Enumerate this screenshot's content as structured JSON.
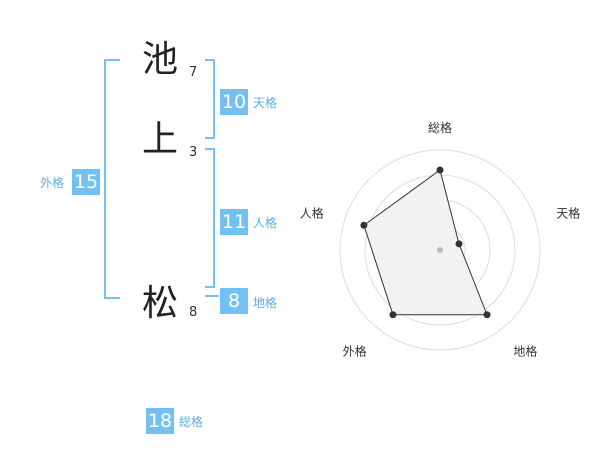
{
  "name": {
    "chars": [
      {
        "char": "池",
        "strokes": "7"
      },
      {
        "char": "上",
        "strokes": "3"
      },
      {
        "char": "松",
        "strokes": "8"
      }
    ]
  },
  "scores": {
    "tenkaku": {
      "value": "10",
      "label": "天格"
    },
    "jinkaku": {
      "value": "11",
      "label": "人格"
    },
    "chikaku": {
      "value": "8",
      "label": "地格"
    },
    "gaikaku": {
      "value": "15",
      "label": "外格"
    },
    "soukaku": {
      "value": "18",
      "label": "総格"
    }
  },
  "chart_data": {
    "type": "radar",
    "axes": [
      "総格",
      "天格",
      "地格",
      "外格",
      "人格"
    ],
    "values": [
      0.8,
      0.2,
      0.8,
      0.8,
      0.8
    ],
    "rings": 4,
    "fill_color": "#f0f0f0",
    "line_color": "#333333",
    "ring_color": "#dddddd",
    "accent_color": "#74c0f1"
  }
}
